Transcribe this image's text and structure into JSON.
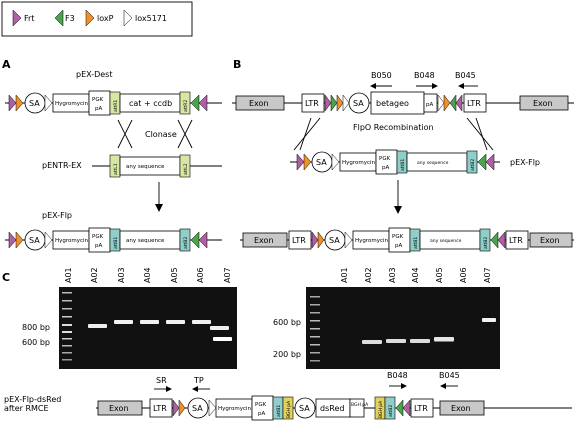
{
  "legend": {
    "frt": "Frt",
    "f3": "F3",
    "loxp": "loxP",
    "lox5171": "lox5171"
  },
  "panels": {
    "a": "A",
    "b": "B",
    "c": "C"
  },
  "colors": {
    "frt": "#b05fa6",
    "f3": "#4aa44b",
    "loxp": "#f0902a",
    "attL": "#d7e7a3",
    "attB": "#8ecfc9",
    "exon": "#c8c8c8",
    "gel": "#111111",
    "bpa": "#e3d15a"
  },
  "panelA": {
    "dest_title": "pEX-Dest",
    "sa": "SA",
    "hygromycin": "Hygromycin",
    "pgk1": "PGK",
    "pgk2": "pA",
    "attR1": "attR1",
    "cat": "cat + ccdb",
    "attR2": "attR2",
    "clonase": "Clonase",
    "entr_title": "pENTR-EX",
    "attL1": "attL1",
    "any": "any sequence",
    "attL2": "attL2",
    "flp_title": "pEX-Flp",
    "attB1": "attB1",
    "attB2": "attB2"
  },
  "panelB": {
    "b050": "B050",
    "b048": "B048",
    "b045": "B045",
    "exon": "Exon",
    "ltr": "LTR",
    "sa": "SA",
    "betageo": "betageo",
    "pa": "pA",
    "flpo": "FlpO Recombination",
    "flp_title": "pEX-Flp",
    "hygromycin": "Hygromycin",
    "pgk1": "PGK",
    "pgk2": "pA",
    "attB1": "attB1",
    "attB2": "attB2",
    "any": "any sequence"
  },
  "gel1": {
    "lanes": [
      "A01",
      "A02",
      "A03",
      "A04",
      "A05",
      "A06",
      "A07"
    ],
    "marker_labels": [
      "800 bp",
      "600 bp"
    ]
  },
  "gel2": {
    "lanes": [
      "A01",
      "A02",
      "A03",
      "A04",
      "A05",
      "A06",
      "A07"
    ],
    "marker_labels": [
      "600 bp",
      "200 bp"
    ]
  },
  "panelC": {
    "construct_line1": "pEX-Flp-dsRed",
    "construct_line2": "after RMCE",
    "sr": "SR",
    "tp": "TP",
    "b048": "B048",
    "b045": "B045",
    "exon": "Exon",
    "ltr": "LTR",
    "sa": "SA",
    "hygromycin": "Hygromycin",
    "pgk1": "PGK",
    "pgk2": "pA",
    "attB1": "attB1",
    "bpa": "BGH pA",
    "dsred": "dsRed",
    "attB2": "attB2"
  }
}
